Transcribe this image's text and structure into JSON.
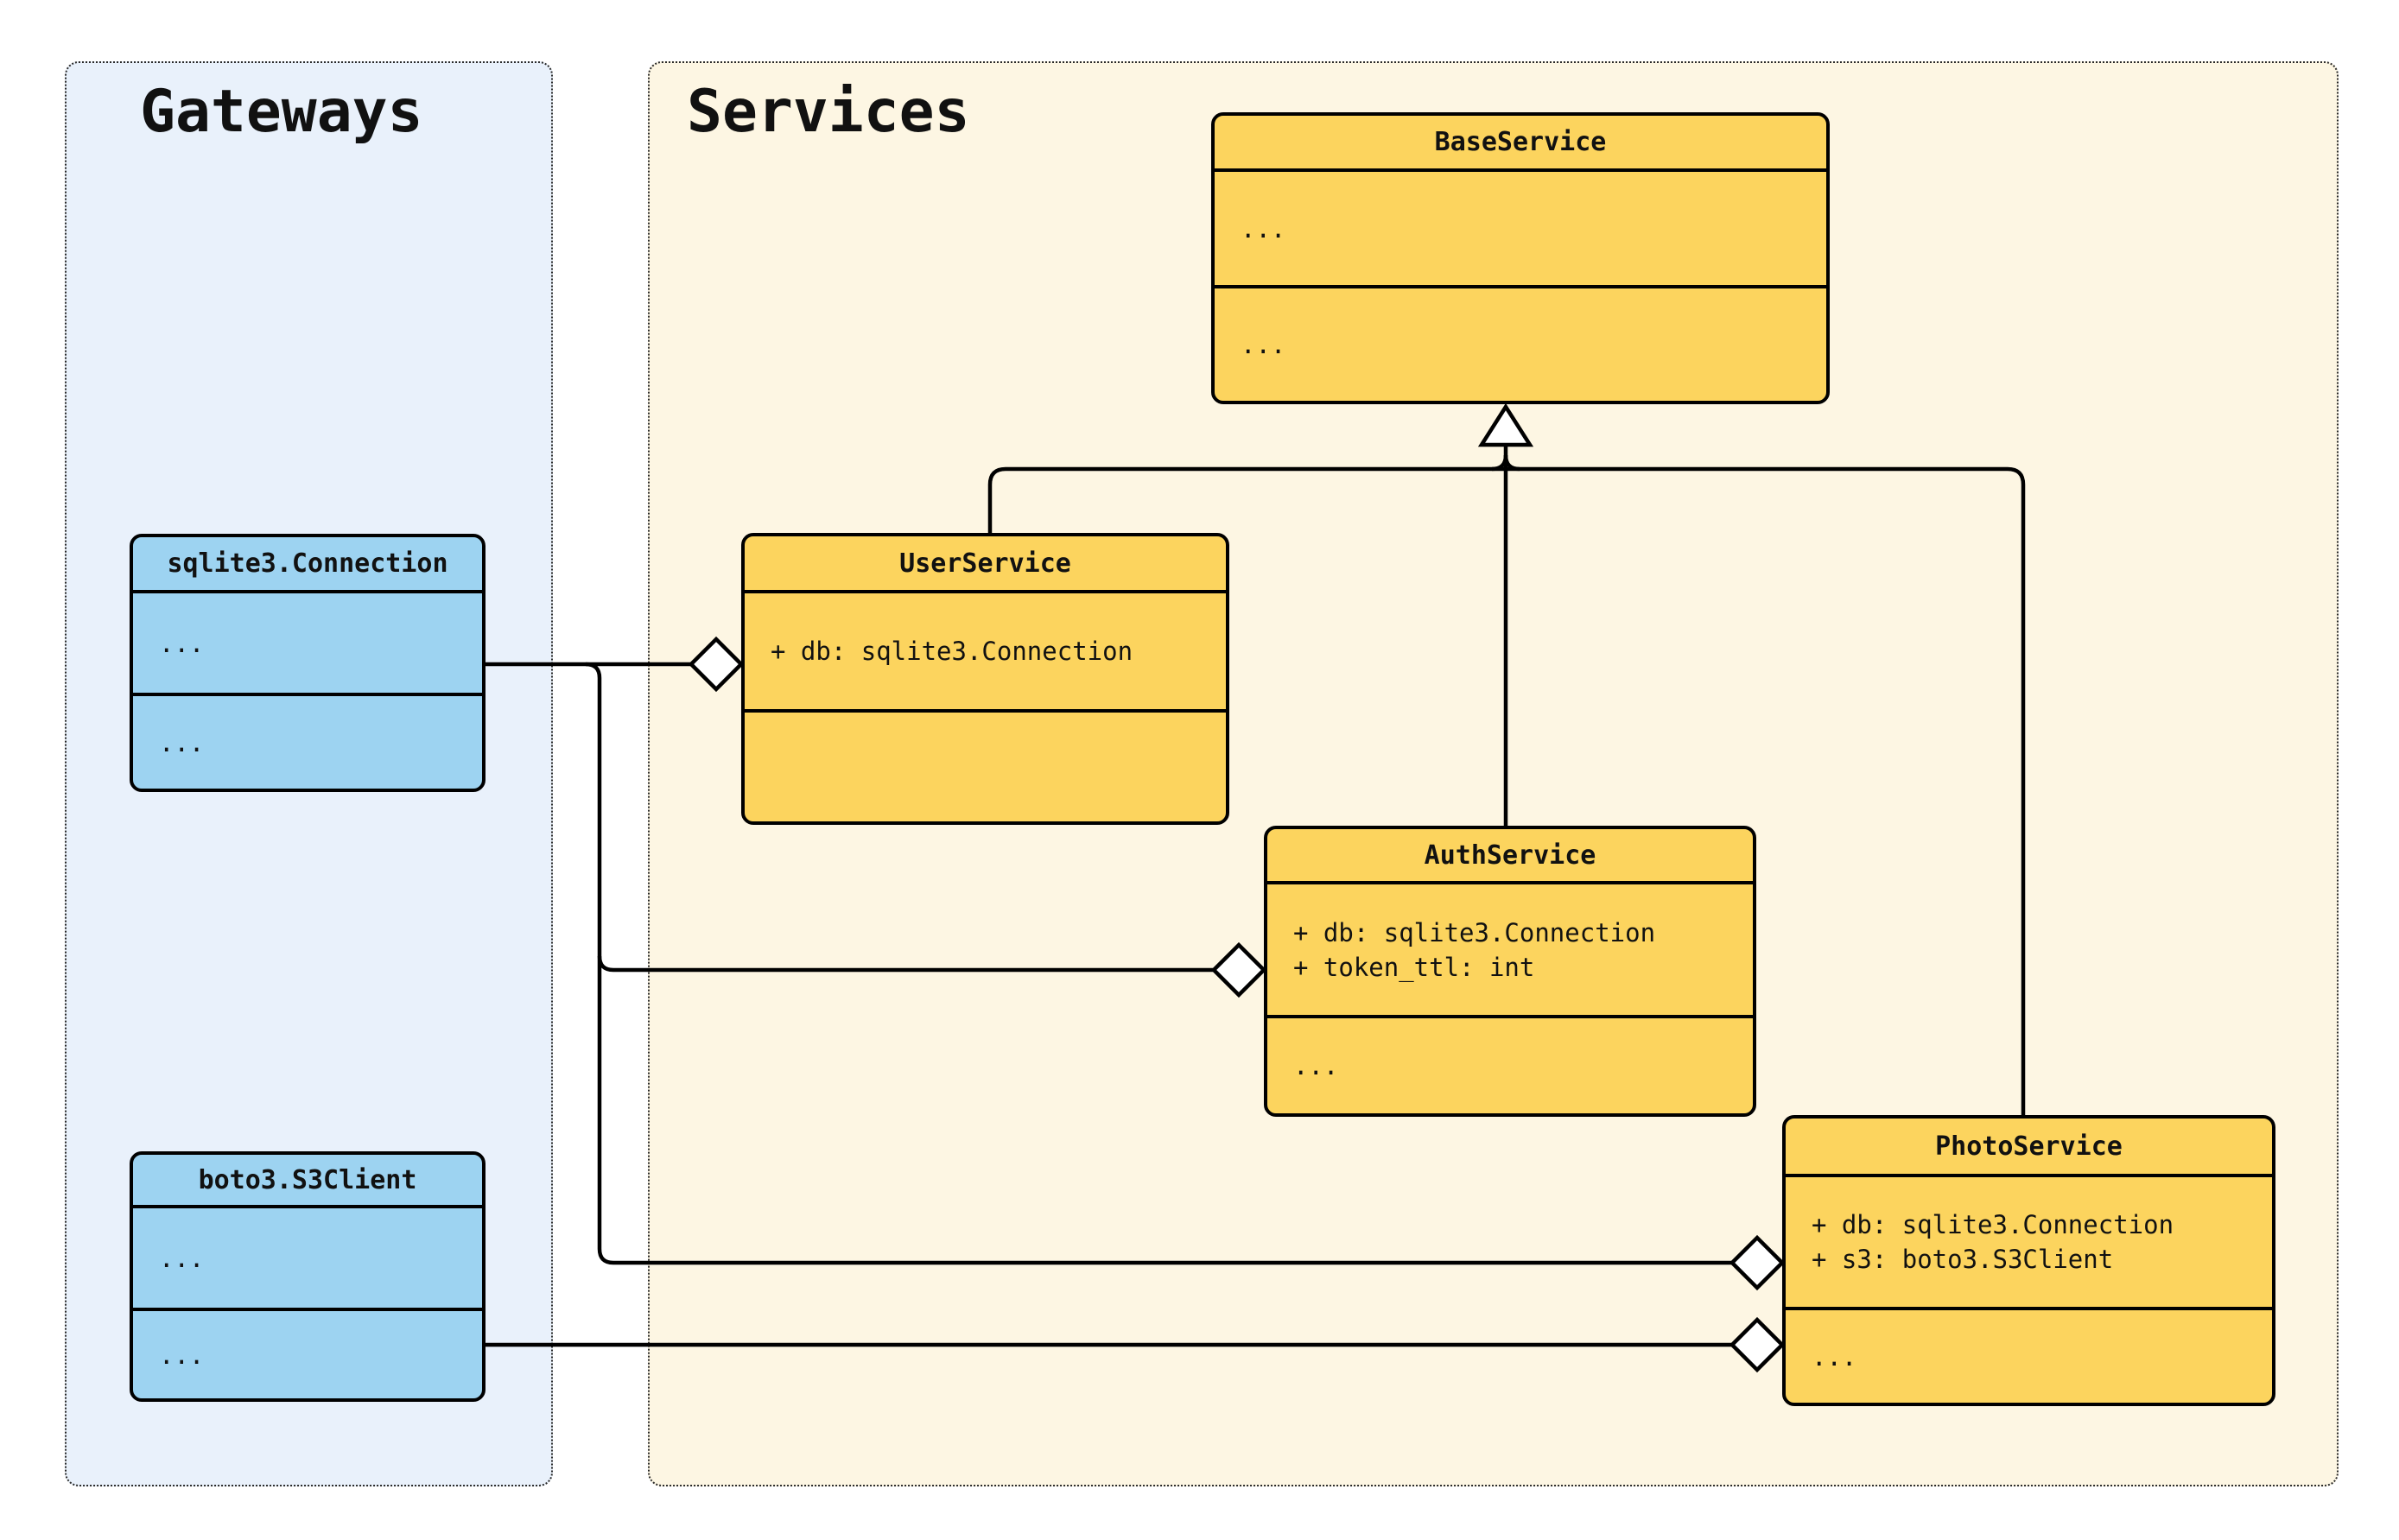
{
  "diagram": {
    "groups": {
      "gateways": {
        "label": "Gateways"
      },
      "services": {
        "label": "Services"
      }
    },
    "classes": {
      "base_service": {
        "name": "BaseService",
        "attributes": [
          "..."
        ],
        "methods": [
          "..."
        ]
      },
      "user_service": {
        "name": "UserService",
        "attributes": [
          "+ db: sqlite3.Connection"
        ],
        "methods": []
      },
      "auth_service": {
        "name": "AuthService",
        "attributes": [
          "+ db: sqlite3.Connection",
          "+ token_ttl: int"
        ],
        "methods": [
          "..."
        ]
      },
      "photo_service": {
        "name": "PhotoService",
        "attributes": [
          "+ db: sqlite3.Connection",
          "+ s3: boto3.S3Client"
        ],
        "methods": [
          "..."
        ]
      },
      "sqlite3_connection": {
        "name": "sqlite3.Connection",
        "attributes": [
          "..."
        ],
        "methods": [
          "..."
        ]
      },
      "boto3_s3client": {
        "name": "boto3.S3Client",
        "attributes": [
          "..."
        ],
        "methods": [
          "..."
        ]
      }
    },
    "relationships": [
      {
        "type": "inheritance",
        "from": "UserService",
        "to": "BaseService"
      },
      {
        "type": "inheritance",
        "from": "AuthService",
        "to": "BaseService"
      },
      {
        "type": "inheritance",
        "from": "PhotoService",
        "to": "BaseService"
      },
      {
        "type": "aggregation",
        "owner": "UserService",
        "part": "sqlite3.Connection"
      },
      {
        "type": "aggregation",
        "owner": "AuthService",
        "part": "sqlite3.Connection"
      },
      {
        "type": "aggregation",
        "owner": "PhotoService",
        "part": "sqlite3.Connection"
      },
      {
        "type": "aggregation",
        "owner": "PhotoService",
        "part": "boto3.S3Client"
      }
    ],
    "colors": {
      "page_bg": "#ffffff",
      "gateways_bg": "#e9f1fb",
      "services_bg": "#fdf6e3",
      "gateway_class_fill": "#9dd3f1",
      "service_class_fill": "#fcd45e",
      "stroke": "#000000"
    }
  }
}
